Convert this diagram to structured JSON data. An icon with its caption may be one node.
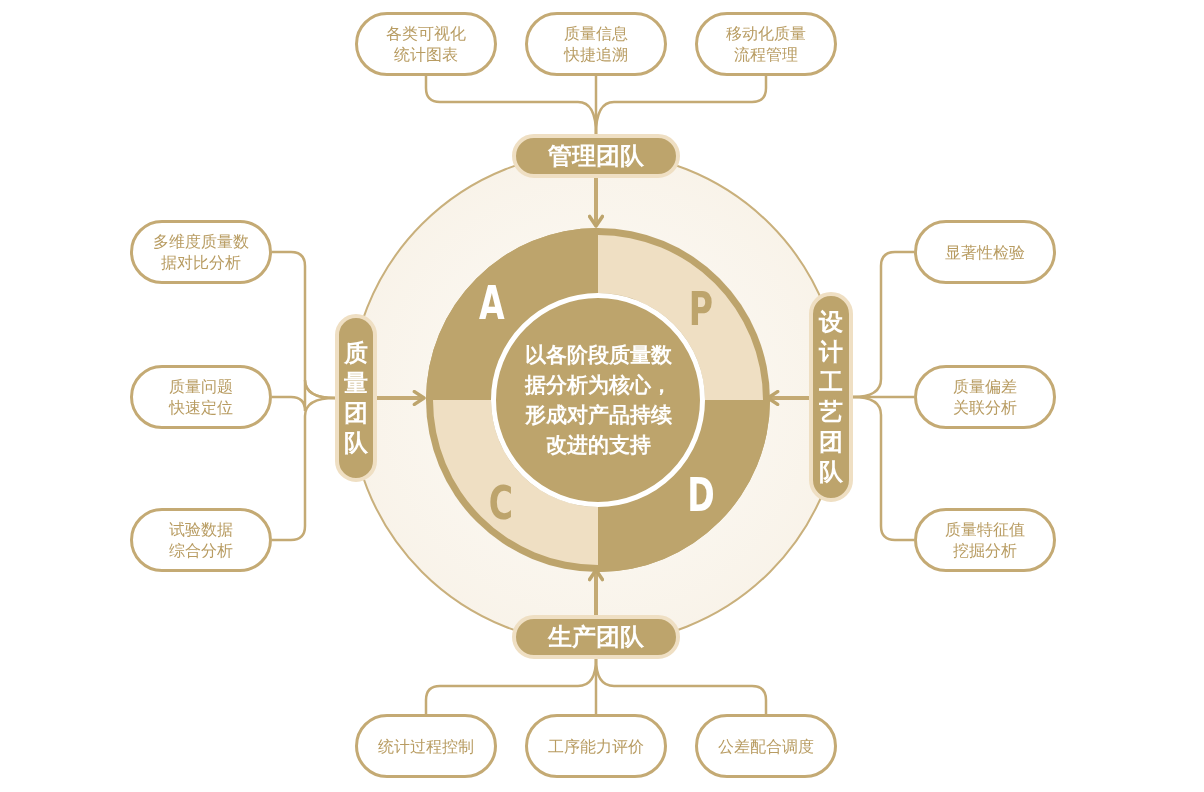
{
  "diagram": {
    "nodes": [
      {
        "text": [],
        "shape": "circle"
      },
      {
        "text": [],
        "shape": "circle",
        "in": 0
      },
      {
        "text": [
          "A"
        ],
        "in": 1
      },
      {
        "text": [
          "P"
        ],
        "in": 1
      },
      {
        "text": [
          "C"
        ],
        "in": 1
      },
      {
        "text": [
          "D"
        ],
        "in": 1
      },
      {
        "text": [
          "以各阶段质量数据分析为核心，形成对产品持续改进的支持"
        ],
        "in": 1
      },
      {
        "text": [
          "管理团队"
        ]
      },
      {
        "text": [
          "质量团队"
        ]
      },
      {
        "text": [
          "设计工艺团队"
        ]
      },
      {
        "text": [
          "生产团队"
        ]
      },
      {
        "text": [
          "各类可视化统计图表"
        ]
      },
      {
        "text": [
          "质量信息快捷追溯"
        ]
      },
      {
        "text": [
          "移动化质量流程管理"
        ]
      },
      {
        "text": [
          "多维度质量数据对比分析"
        ]
      },
      {
        "text": [
          "质量问题快速定位"
        ]
      },
      {
        "text": [
          "试验数据综合分析"
        ]
      },
      {
        "text": [
          "显著性检验"
        ]
      },
      {
        "text": [
          "质量偏差关联分析"
        ]
      },
      {
        "text": [
          "质量特征值挖掘分析"
        ]
      },
      {
        "text": [
          "统计过程控制"
        ]
      },
      {
        "text": [
          "工序能力评价"
        ]
      },
      {
        "text": [
          "公差配合调度"
        ]
      }
    ],
    "edges": [
      {
        "from": 7,
        "to": 1,
        "arrow": "to"
      },
      {
        "from": 8,
        "to": 1,
        "arrow": "to"
      },
      {
        "from": 9,
        "to": 1,
        "arrow": "to"
      },
      {
        "from": 10,
        "to": 1,
        "arrow": "to"
      },
      {
        "from": 11,
        "to": 7,
        "arrow": "none"
      },
      {
        "from": 12,
        "to": 7,
        "arrow": "none"
      },
      {
        "from": 13,
        "to": 7,
        "arrow": "none"
      },
      {
        "from": 14,
        "to": 8,
        "arrow": "none"
      },
      {
        "from": 15,
        "to": 8,
        "arrow": "none"
      },
      {
        "from": 16,
        "to": 8,
        "arrow": "none"
      },
      {
        "from": 17,
        "to": 9,
        "arrow": "none"
      },
      {
        "from": 18,
        "to": 9,
        "arrow": "none"
      },
      {
        "from": 19,
        "to": 9,
        "arrow": "none"
      },
      {
        "from": 20,
        "to": 10,
        "arrow": "none"
      },
      {
        "from": 21,
        "to": 10,
        "arrow": "none"
      },
      {
        "from": 22,
        "to": 10,
        "arrow": "none"
      }
    ]
  }
}
